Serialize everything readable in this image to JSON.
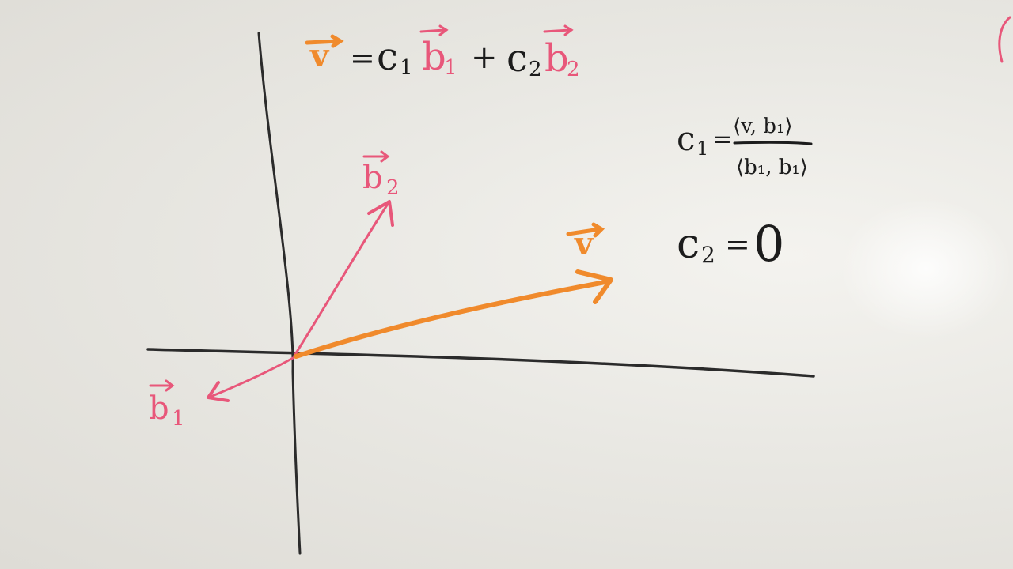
{
  "whiteboard": {
    "equation_top": {
      "lhs": "v",
      "equals": "=",
      "c1": "c",
      "c1_sub": "1",
      "b1": "b",
      "b1_sub": "1",
      "plus": "+",
      "c2": "c",
      "c2_sub": "2",
      "b2": "b",
      "b2_sub": "2"
    },
    "c1_formula": {
      "lhs": "c",
      "lhs_sub": "1",
      "equals": "=",
      "numerator": "⟨v, b₁⟩",
      "denominator": "⟨b₁, b₁⟩"
    },
    "c2_formula": {
      "lhs": "c",
      "lhs_sub": "2",
      "equals": "=",
      "value": "0"
    },
    "vector_labels": {
      "b2": "b",
      "b2_sub": "2",
      "v": "v",
      "b1": "b",
      "b1_sub": "1"
    },
    "colors": {
      "axis": "#2b2b2b",
      "orange": "#f08a2c",
      "pink": "#e8577a",
      "black_ink": "#1c1c1c"
    }
  }
}
